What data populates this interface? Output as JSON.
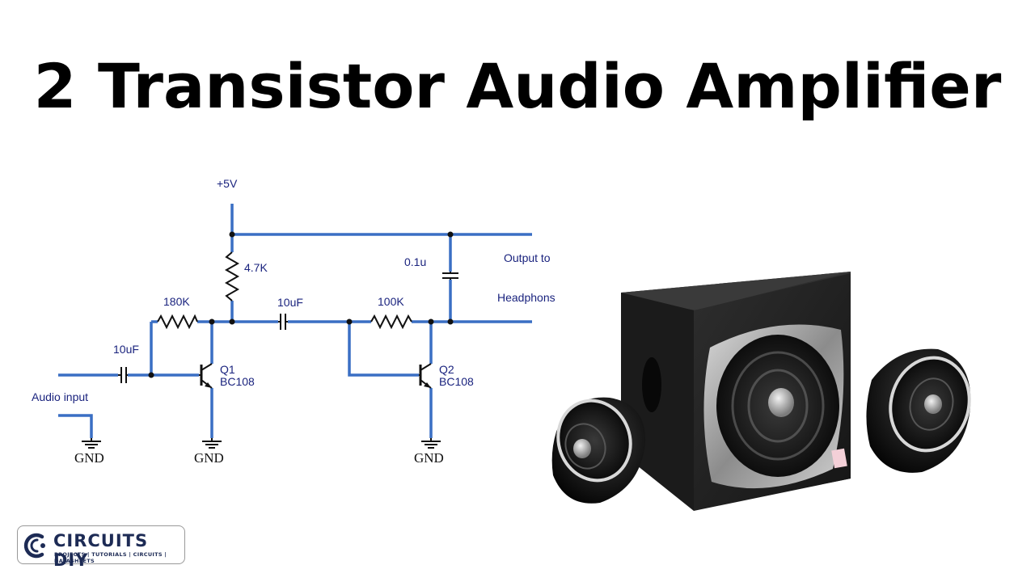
{
  "title": "2 Transistor Audio Amplifier",
  "schematic": {
    "supply": "+5V",
    "r1": "4.7K",
    "r2": "180K",
    "r3": "100K",
    "c_in": "10uF",
    "c_couple": "10uF",
    "c_out": "0.1u",
    "q1_ref": "Q1",
    "q1_part": "BC108",
    "q2_ref": "Q2",
    "q2_part": "BC108",
    "output_line1": "Output to",
    "output_line2": "Headphons",
    "input_label": "Audio input",
    "gnd": [
      "GND",
      "GND",
      "GND"
    ]
  },
  "logo": {
    "name": "CIRCUITS DIY",
    "tagline": "PROJECTS | TUTORIALS | CIRCUITS | DATASHEETS"
  },
  "colors": {
    "wire": "#3a6fc4",
    "label": "#1a237e",
    "logo": "#1d2b55"
  }
}
